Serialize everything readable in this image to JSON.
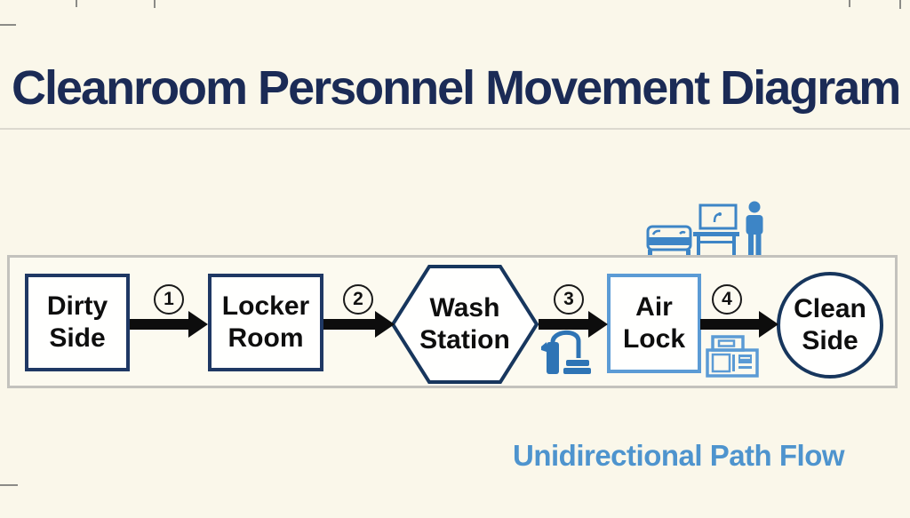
{
  "title": "Cleanroom Personnel Movement Diagram",
  "caption": "Unidirectional Path Flow",
  "flow": {
    "direction": "left-to-right",
    "nodes": [
      {
        "label": "Dirty Side",
        "shape": "rectangle"
      },
      {
        "label": "Locker Room",
        "shape": "rectangle"
      },
      {
        "label": "Wash Station",
        "shape": "hexagon"
      },
      {
        "label": "Air Lock",
        "shape": "rectangle"
      },
      {
        "label": "Clean Side",
        "shape": "circle"
      }
    ],
    "steps": [
      "1",
      "2",
      "3",
      "4"
    ]
  },
  "icons": {
    "above_airlock": [
      "bed-icon",
      "desk-computer-icon",
      "person-icon"
    ],
    "below_step3": "wash-sprayer-icon",
    "below_step4": "pass-through-cabinet-icon"
  },
  "colors": {
    "background": "#FAF7EA",
    "title": "#1B2B56",
    "node_border_dark": "#1F3864",
    "airlock_border": "#5B9BD5",
    "icon_blue": "#3D85C6",
    "sprayer_blue": "#2E74B5",
    "caption_blue": "#4E94CE",
    "arrow": "#0D0D0D"
  }
}
